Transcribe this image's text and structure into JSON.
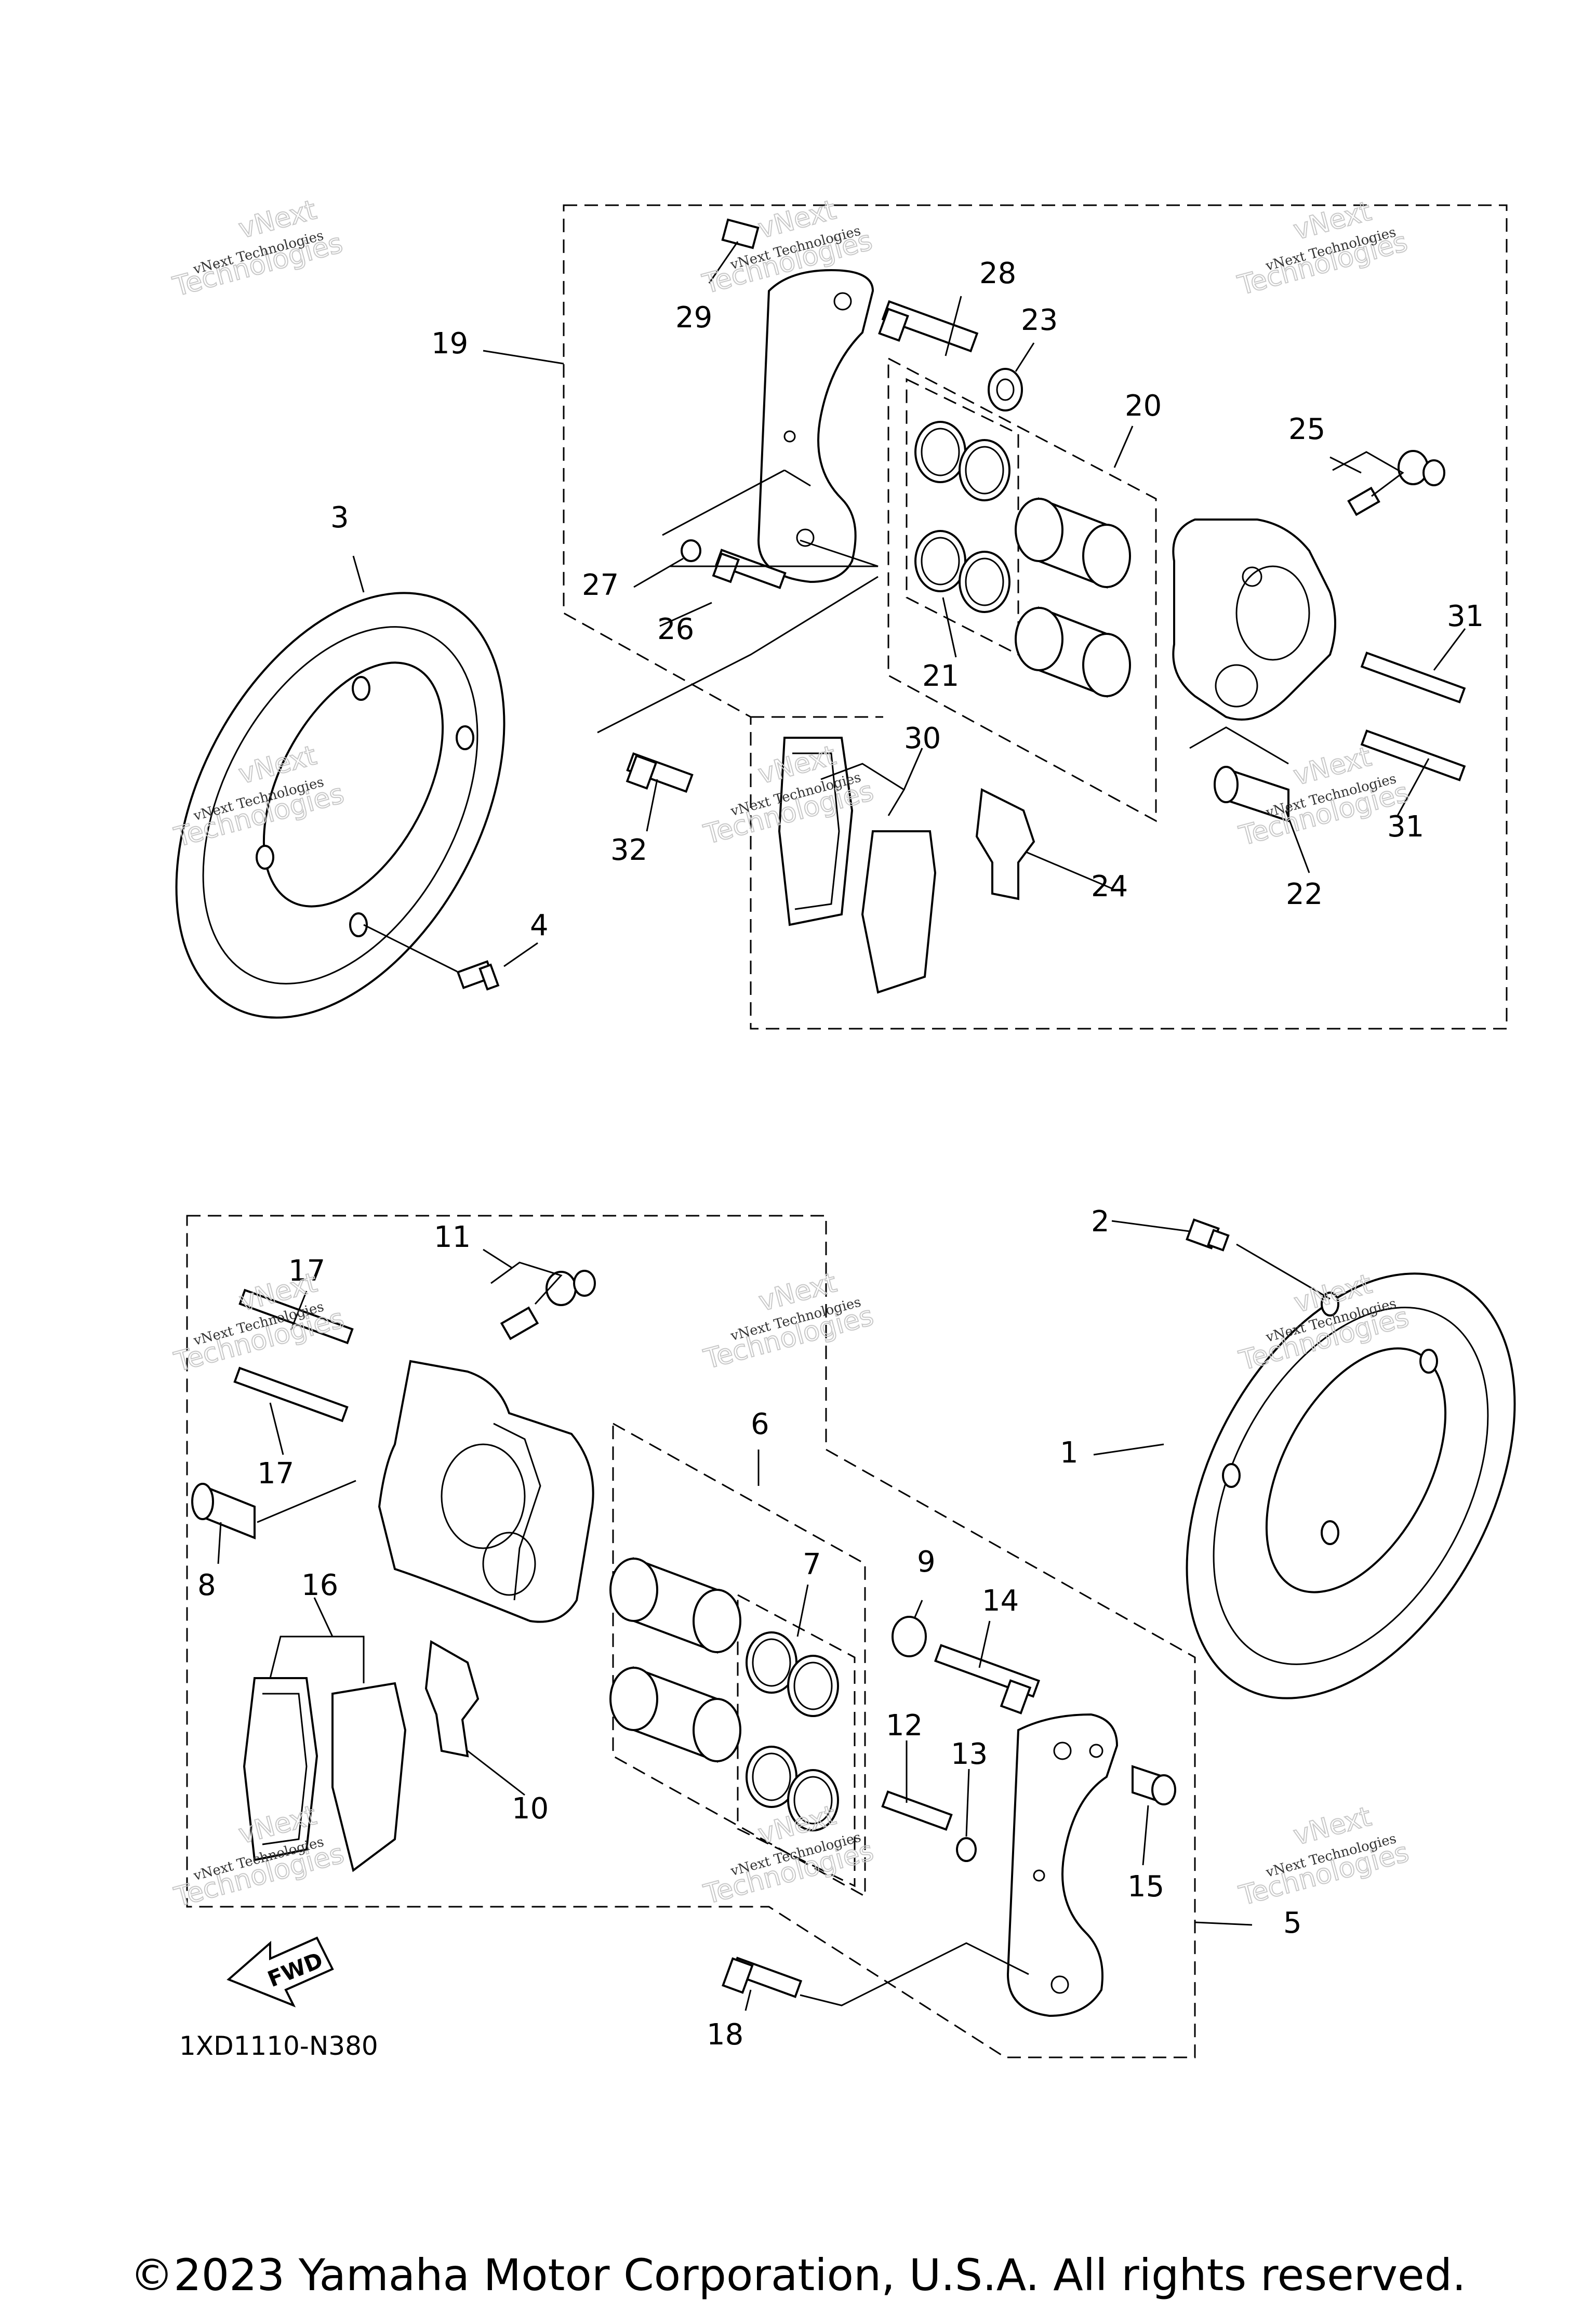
{
  "diagram": {
    "labels": [
      "1",
      "2",
      "3",
      "4",
      "5",
      "6",
      "7",
      "8",
      "9",
      "10",
      "11",
      "12",
      "13",
      "14",
      "15",
      "16",
      "17",
      "17",
      "18",
      "19",
      "20",
      "21",
      "22",
      "23",
      "24",
      "25",
      "26",
      "27",
      "28",
      "29",
      "30",
      "31",
      "31",
      "32"
    ],
    "watermark": {
      "line1": "vNext",
      "line2": "Technologies",
      "caption": "vNext Technologies"
    },
    "fwd_arrow_label": "FWD",
    "diagram_code": "1XD1110-N380"
  },
  "footer": {
    "copyright": "©2023 Yamaha Motor Corporation, U.S.A. All rights reserved."
  }
}
